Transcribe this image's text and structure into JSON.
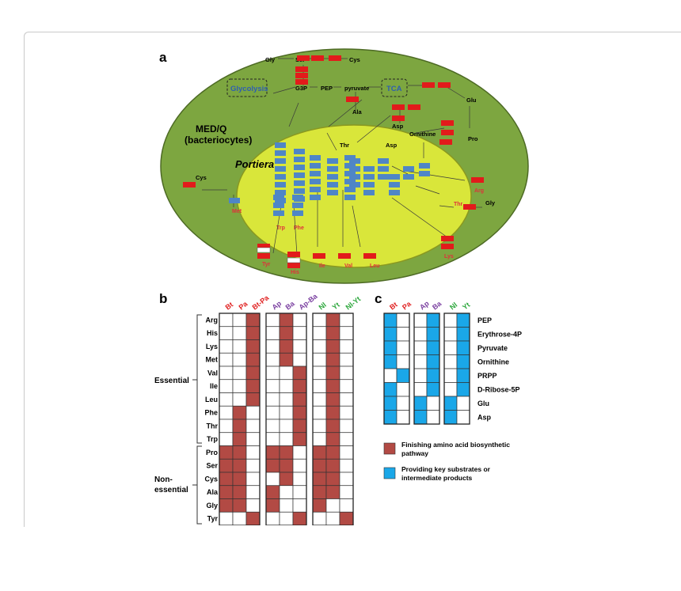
{
  "panel_a": {
    "label": "a",
    "outer_label": [
      "MED/Q",
      "(bacteriocytes)"
    ],
    "inner_label": "Portiera",
    "boxes": {
      "glycolysis": "Glycolysis",
      "tca": "TCA"
    },
    "metabolites_black": [
      "Gly",
      "Ser",
      "Cys",
      "G3P",
      "PEP",
      "pyruvate",
      "Ala",
      "Glu",
      "Asp",
      "Ornithine",
      "Pro",
      "Cys",
      "Thr",
      "Asp",
      "Gly"
    ],
    "products_red": [
      "Met",
      "Trp",
      "Phe",
      "Tyr",
      "His",
      "Ile",
      "Val",
      "Leu",
      "Lys",
      "Arg",
      "Thr"
    ]
  },
  "panel_b": {
    "label": "b",
    "columns": [
      {
        "name": "Bt",
        "color": "#e02020"
      },
      {
        "name": "Pa",
        "color": "#e02020"
      },
      {
        "name": "Bt-Pa",
        "color": "#e02020"
      },
      {
        "name": "Ap",
        "color": "#7a3fa0"
      },
      {
        "name": "Ba",
        "color": "#7a3fa0"
      },
      {
        "name": "Ap-Ba",
        "color": "#7a3fa0"
      },
      {
        "name": "Nl",
        "color": "#2aa63a"
      },
      {
        "name": "Yt",
        "color": "#2aa63a"
      },
      {
        "name": "Nl-Yt",
        "color": "#2aa63a"
      }
    ],
    "rows": [
      "Arg",
      "His",
      "Lys",
      "Met",
      "Val",
      "Ile",
      "Leu",
      "Phe",
      "Thr",
      "Trp",
      "Pro",
      "Ser",
      "Cys",
      "Ala",
      "Gly",
      "Tyr"
    ],
    "group_essential": "Essential",
    "group_nonessential": [
      "Non-",
      "essential"
    ],
    "fill_color": "#b24a44",
    "cells": [
      [
        0,
        0,
        1,
        0,
        1,
        0,
        0,
        1,
        0
      ],
      [
        0,
        0,
        1,
        0,
        1,
        0,
        0,
        1,
        0
      ],
      [
        0,
        0,
        1,
        0,
        1,
        0,
        0,
        1,
        0
      ],
      [
        0,
        0,
        1,
        0,
        1,
        0,
        0,
        1,
        0
      ],
      [
        0,
        0,
        1,
        0,
        0,
        1,
        0,
        1,
        0
      ],
      [
        0,
        0,
        1,
        0,
        0,
        1,
        0,
        1,
        0
      ],
      [
        0,
        0,
        1,
        0,
        0,
        1,
        0,
        1,
        0
      ],
      [
        0,
        1,
        0,
        0,
        0,
        1,
        0,
        1,
        0
      ],
      [
        0,
        1,
        0,
        0,
        0,
        1,
        0,
        1,
        0
      ],
      [
        0,
        1,
        0,
        0,
        0,
        1,
        0,
        1,
        0
      ],
      [
        1,
        1,
        0,
        1,
        1,
        0,
        1,
        1,
        0
      ],
      [
        1,
        1,
        0,
        1,
        1,
        0,
        1,
        1,
        0
      ],
      [
        1,
        1,
        0,
        0,
        1,
        0,
        1,
        1,
        0
      ],
      [
        1,
        1,
        0,
        1,
        0,
        0,
        1,
        1,
        0
      ],
      [
        1,
        1,
        0,
        1,
        0,
        0,
        1,
        0,
        0
      ],
      [
        0,
        0,
        1,
        0,
        0,
        1,
        0,
        0,
        1
      ]
    ]
  },
  "panel_c": {
    "label": "c",
    "columns": [
      {
        "name": "Bt",
        "color": "#e02020"
      },
      {
        "name": "Pa",
        "color": "#e02020"
      },
      {
        "name": "Ap",
        "color": "#7a3fa0"
      },
      {
        "name": "Ba",
        "color": "#7a3fa0"
      },
      {
        "name": "Nl",
        "color": "#2aa63a"
      },
      {
        "name": "Yt",
        "color": "#2aa63a"
      }
    ],
    "rows": [
      "PEP",
      "Erythrose-4P",
      "Pyruvate",
      "Ornithine",
      "PRPP",
      "D-Ribose-5P",
      "Glu",
      "Asp"
    ],
    "fill_color": "#1aa7e8",
    "cells": [
      [
        1,
        0,
        0,
        1,
        0,
        1
      ],
      [
        1,
        0,
        0,
        1,
        0,
        1
      ],
      [
        1,
        0,
        0,
        1,
        0,
        1
      ],
      [
        1,
        0,
        0,
        1,
        0,
        1
      ],
      [
        0,
        1,
        0,
        1,
        0,
        1
      ],
      [
        1,
        0,
        0,
        1,
        0,
        1
      ],
      [
        1,
        0,
        1,
        0,
        1,
        0
      ],
      [
        1,
        0,
        1,
        0,
        1,
        0
      ]
    ]
  },
  "legend": [
    {
      "color": "#b24a44",
      "lines": [
        "Finishing amino acid biosynthetic",
        "pathway"
      ]
    },
    {
      "color": "#1aa7e8",
      "lines": [
        "Providing key substrates or",
        "intermediate products"
      ]
    }
  ]
}
